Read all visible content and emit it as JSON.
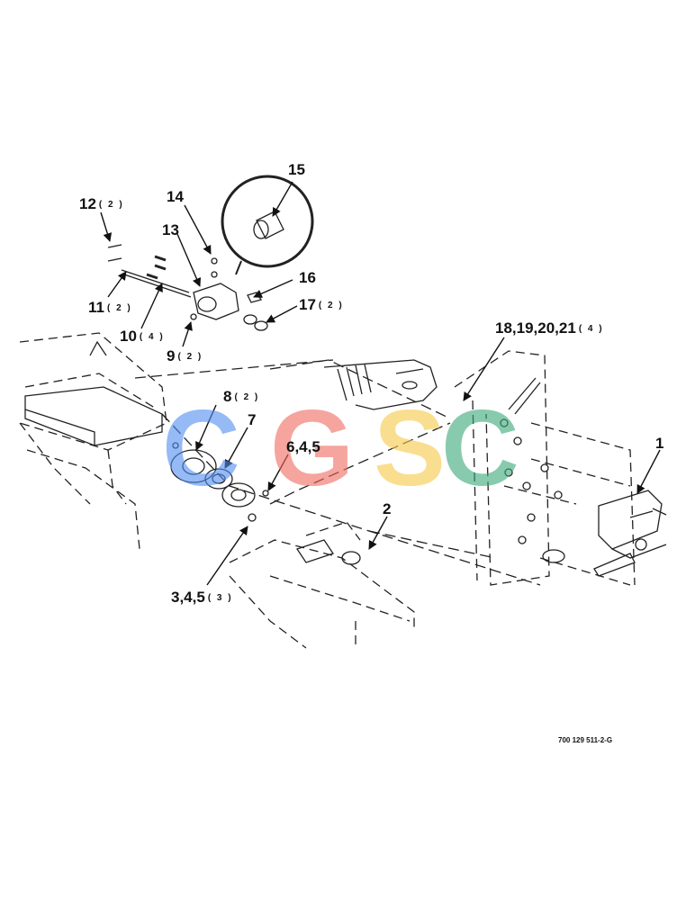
{
  "callouts": [
    {
      "id": "c15",
      "number": "15",
      "qty": ""
    },
    {
      "id": "c12",
      "number": "12",
      "qty": "( 2 )"
    },
    {
      "id": "c14",
      "number": "14",
      "qty": ""
    },
    {
      "id": "c13",
      "number": "13",
      "qty": ""
    },
    {
      "id": "c16",
      "number": "16",
      "qty": ""
    },
    {
      "id": "c17",
      "number": "17",
      "qty": "( 2 )"
    },
    {
      "id": "c11",
      "number": "11",
      "qty": "( 2 )"
    },
    {
      "id": "c10",
      "number": "10",
      "qty": "( 4 )"
    },
    {
      "id": "c9",
      "number": "9",
      "qty": "( 2 )"
    },
    {
      "id": "c18",
      "number": "18,19,20,21",
      "qty": "( 4 )"
    },
    {
      "id": "c8",
      "number": "8",
      "qty": "( 2 )"
    },
    {
      "id": "c7",
      "number": "7",
      "qty": ""
    },
    {
      "id": "c645",
      "number": "6,4,5",
      "qty": ""
    },
    {
      "id": "c1",
      "number": "1",
      "qty": ""
    },
    {
      "id": "c2",
      "number": "2",
      "qty": ""
    },
    {
      "id": "c345",
      "number": "3,4,5",
      "qty": "( 3 )"
    }
  ],
  "drawing_number": "700 129 511-2-G",
  "watermark": {
    "letters": [
      {
        "char": "C",
        "color": "#4f8df0"
      },
      {
        "char": "G",
        "color": "#ef6a5f"
      },
      {
        "char": "S",
        "color": "#f7c948"
      },
      {
        "char": "C",
        "color": "#3aa877"
      }
    ]
  }
}
